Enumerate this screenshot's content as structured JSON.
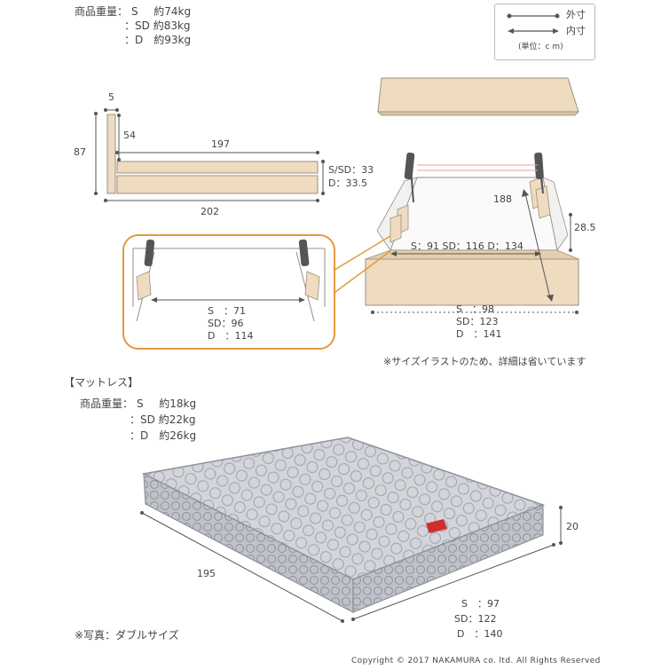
{
  "frame": {
    "weight_label": "商品重量：",
    "weights": [
      {
        "size": "S",
        "value": "約74kg"
      },
      {
        "size": "SD",
        "value": "約83kg"
      },
      {
        "size": "D",
        "value": "約93kg"
      }
    ],
    "legend": {
      "outer": "外寸",
      "inner": "内寸",
      "unit": "(単位：c m)"
    },
    "side_view": {
      "dim_width_5": "5",
      "dim_height_87": "87",
      "dim_54": "54",
      "dim_197": "197",
      "dim_202": "202",
      "dim_s_sd": "S/SD：33",
      "dim_d": "D：33.5"
    },
    "iso_view": {
      "dim_188": "188",
      "dim_28_5": "28.5",
      "inner_widths": "S：91  SD：116  D：134",
      "outer_widths": [
        "S　：98",
        "SD：123",
        "D　：141"
      ]
    },
    "inset": {
      "widths": [
        "S　：71",
        "SD：96",
        "D　：114"
      ]
    },
    "note": "※サイズイラストのため、詳細は省いています"
  },
  "mattress": {
    "section_title": "【マットレス】",
    "weight_label": "商品重量：",
    "weights": [
      {
        "size": "S",
        "value": "約18kg"
      },
      {
        "size": "SD",
        "value": "約22kg"
      },
      {
        "size": "D",
        "value": "約26kg"
      }
    ],
    "dim_height": "20",
    "dim_length": "195",
    "widths": [
      {
        "size": "S",
        "value": "97"
      },
      {
        "size": "SD",
        "value": "122"
      },
      {
        "size": "D",
        "value": "140"
      }
    ],
    "photo_note": "※写真：ダブルサイズ"
  },
  "copyright": "Copyright © 2017 NAKAMURA co. ltd. All Rights Reserved",
  "colors": {
    "wood": "#efdcc0",
    "wood_edge": "#9a8f80",
    "inset_border": "#e29a3d",
    "dim_line": "#555555",
    "mattress": "#c9cbd1",
    "label_red": "#d02e2e"
  }
}
